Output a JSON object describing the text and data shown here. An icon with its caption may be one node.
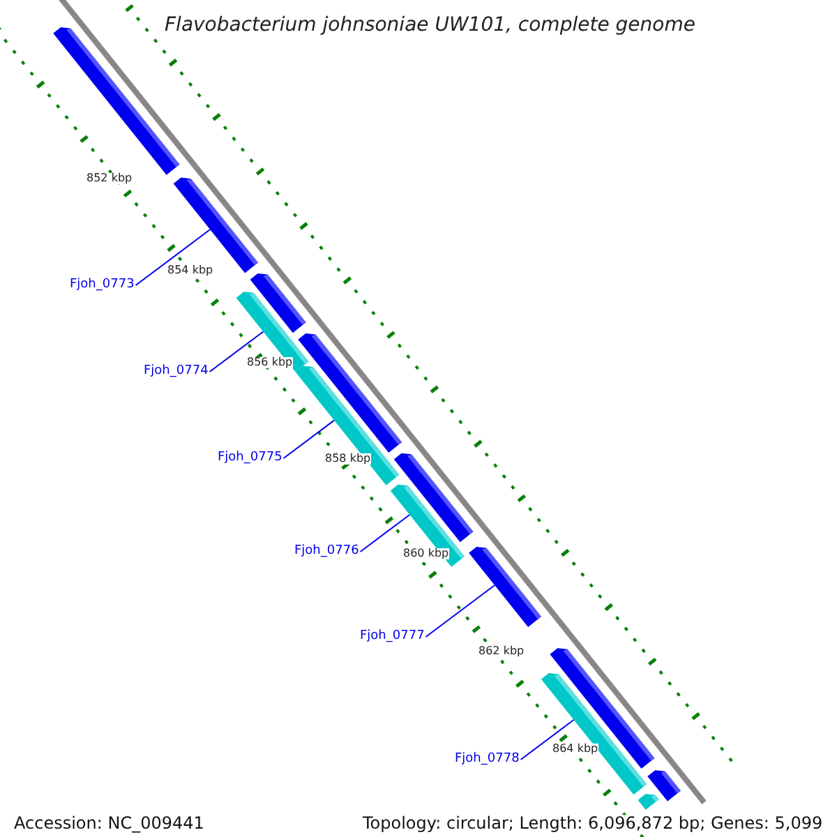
{
  "diagram": {
    "title": "Flavobacterium johnsoniae UW101, complete genome",
    "nodes": [
      {
        "text": [
          "Fjoh_0773"
        ]
      },
      {
        "text": [
          "Fjoh_0774"
        ]
      },
      {
        "text": [
          "Fjoh_0775"
        ]
      },
      {
        "text": [
          "Fjoh_0776"
        ]
      },
      {
        "text": [
          "Fjoh_0777"
        ]
      },
      {
        "text": [
          "Fjoh_0778"
        ]
      },
      {
        "text": [],
        "shape": "bar"
      },
      {
        "text": [],
        "shape": "bar"
      },
      {
        "text": [],
        "shape": "bar"
      },
      {
        "text": [],
        "shape": "bar"
      },
      {
        "text": [],
        "shape": "bar"
      },
      {
        "text": [],
        "shape": "bar"
      },
      {
        "text": [],
        "shape": "bar"
      },
      {
        "text": [],
        "shape": "bar"
      },
      {
        "text": [],
        "shape": "bar"
      },
      {
        "text": [],
        "shape": "bar"
      },
      {
        "text": [],
        "shape": "bar"
      },
      {
        "text": [],
        "shape": "bar"
      },
      {
        "text": [],
        "shape": "bar"
      }
    ],
    "edges": [
      {
        "from": 0,
        "to": 7,
        "arrow": "none"
      },
      {
        "from": 1,
        "to": 9,
        "arrow": "none"
      },
      {
        "from": 2,
        "to": 11,
        "arrow": "none"
      },
      {
        "from": 3,
        "to": 13,
        "arrow": "none"
      },
      {
        "from": 4,
        "to": 14,
        "arrow": "none"
      },
      {
        "from": 5,
        "to": 16,
        "arrow": "none"
      }
    ],
    "labels": [
      "852 kbp",
      "854 kbp",
      "856 kbp",
      "858 kbp",
      "860 kbp",
      "862 kbp",
      "864 kbp",
      "Accession: NC_009441",
      "Topology: circular; Length: 6,096,872 bp; Genes: 5,099"
    ]
  }
}
